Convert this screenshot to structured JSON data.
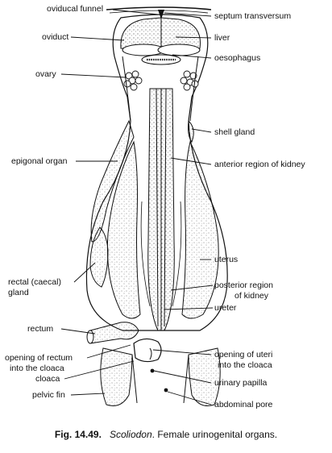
{
  "labels": {
    "oviducal_funnel": "oviducal funnel",
    "septum_transversum": "septum transversum",
    "oviduct": "oviduct",
    "liver": "liver",
    "oesophagus": "oesophagus",
    "ovary": "ovary",
    "shell_gland": "shell gland",
    "epigonal_organ": "epigonal organ",
    "anterior_kidney": "anterior region of kidney",
    "uterus": "uterus",
    "rectal_gland_line1": "rectal (caecal)",
    "rectal_gland_line2": "gland",
    "posterior_kidney_line1": "posterior region",
    "posterior_kidney_line2": "of kidney",
    "ureter": "ureter",
    "rectum": "rectum",
    "opening_rectum_line1": "opening of rectum",
    "opening_rectum_line2": "into the cloaca",
    "opening_uteri_line1": "opening of uteri",
    "opening_uteri_line2": "into the cloaca",
    "cloaca": "cloaca",
    "urinary_papilla": "urinary papilla",
    "pelvic_fin": "pelvic fin",
    "abdominal_pore": "abdominal pore"
  },
  "caption": {
    "fig_number": "Fig. 14.49.",
    "genus": "Scoliodon",
    "text": ". Female urinogenital organs."
  },
  "colors": {
    "ink": "#111111",
    "stipple": "#6a6a6a",
    "background": "#ffffff"
  }
}
